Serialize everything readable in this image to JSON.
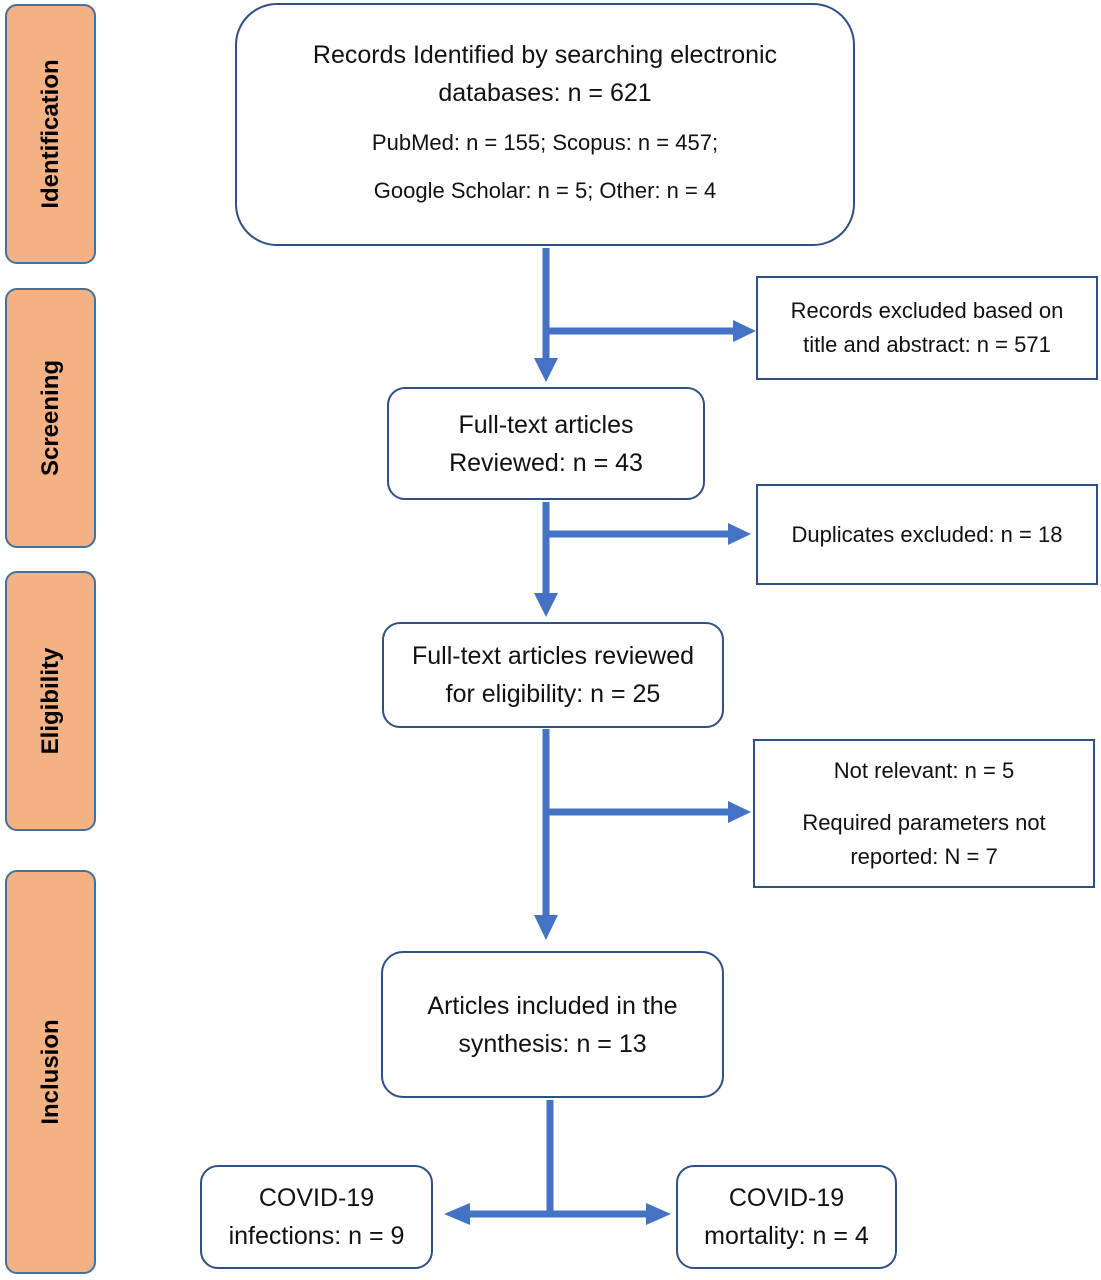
{
  "stages": [
    {
      "id": "identification",
      "label": "Identification"
    },
    {
      "id": "screening",
      "label": "Screening"
    },
    {
      "id": "eligibility",
      "label": "Eligibility"
    },
    {
      "id": "inclusion",
      "label": "Inclusion"
    }
  ],
  "boxes": {
    "records_identified": {
      "line1": "Records Identified by searching electronic",
      "line2": "databases: n = 621",
      "line3": "PubMed: n = 155; Scopus: n = 457;",
      "line4": "Google Scholar: n = 5; Other: n = 4"
    },
    "excluded_title": {
      "line1": "Records excluded based on",
      "line2": "title and abstract:  n = 571"
    },
    "fulltext_reviewed": {
      "line1": "Full-text articles",
      "line2": "Reviewed: n = 43"
    },
    "duplicates": {
      "line1": "Duplicates excluded: n = 18"
    },
    "eligibility_review": {
      "line1": "Full-text articles reviewed",
      "line2": "for eligibility: n = 25"
    },
    "not_relevant": {
      "line1": "Not relevant: n = 5",
      "line2": "Required parameters not",
      "line3": "reported: N = 7"
    },
    "included": {
      "line1": "Articles included in the",
      "line2": "synthesis: n = 13"
    },
    "infections": {
      "line1": "COVID-19",
      "line2": "infections: n = 9"
    },
    "mortality": {
      "line1": "COVID-19",
      "line2": "mortality: n = 4"
    }
  },
  "colors": {
    "stage_fill": "#f4b183",
    "stage_border": "#41719c",
    "box_border": "#2f4f85",
    "arrow": "#4472c4"
  }
}
